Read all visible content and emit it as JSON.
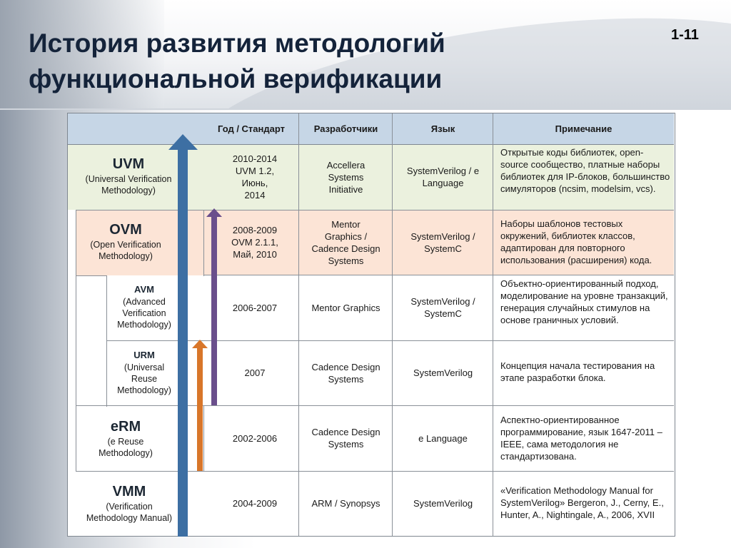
{
  "slide": {
    "title_lines": [
      "История развития методологий",
      "функциональной верификации"
    ],
    "number": "1-11"
  },
  "table": {
    "headers": [
      "Год / Стандарт",
      "Разработчики",
      "Язык",
      "Примечание"
    ],
    "rows": [
      {
        "abbr": "UVM",
        "full": "(Universal Verification\nMethodology)",
        "year": "2010-2014\nUVM 1.2,\nИюнь,\n2014",
        "developers": "Accellera\nSystems\nInitiative",
        "language": "SystemVerilog / e\nLanguage",
        "note": "Открытые коды библиотек, open-source сообщество, платные наборы библиотек для IP-блоков, большинство симуляторов (ncsim, modelsim, vcs)."
      },
      {
        "abbr": "OVM",
        "full": "(Open Verification\nMethodology)",
        "year": "2008-2009\nOVM 2.1.1,\nМай, 2010",
        "developers": "Mentor\nGraphics /\nCadence Design\nSystems",
        "language": "SystemVerilog /\nSystemC",
        "note": "Наборы шаблонов тестовых окружений, библиотек классов, адаптирован для повторного использования (расширения) кода."
      },
      {
        "abbr": "AVM",
        "full": "(Advanced\nVerification\nMethodology)",
        "year": "2006-2007",
        "developers": "Mentor Graphics",
        "language": "SystemVerilog /\nSystemC",
        "note": "Объектно-ориентированный подход, моделирование на уровне транзакций, генерация случайных стимулов на основе граничных условий."
      },
      {
        "abbr": "URM",
        "full": "(Universal\nReuse\nMethodology)",
        "year": "2007",
        "developers": "Cadence Design\nSystems",
        "language": "SystemVerilog",
        "note": "Концепция начала тестирования на этапе разработки блока."
      },
      {
        "abbr": "eRM",
        "full": "(e Reuse\nMethodology)",
        "year": "2002-2006",
        "developers": "Cadence Design\nSystems",
        "language": "e Language",
        "note": "Аспектно-ориентированное программирование, язык 1647-2011 – IEEE, сама методология не стандартизована."
      },
      {
        "abbr": "VMM",
        "full": "(Verification\nMethodology Manual)",
        "year": "2004-2009",
        "developers": "ARM / Synopsys",
        "language": "SystemVerilog",
        "note": "«Verification Methodology Manual for SystemVerilog» Bergeron, J., Cerny, E., Hunter, A., Nightingale, A., 2006, XVII"
      }
    ]
  },
  "colors": {
    "header_bg": "#c6d6e6",
    "uvm_band": "#ebf1de",
    "ovm_band": "#fce4d6",
    "arrow_blue": "#3d6fa3",
    "arrow_purple": "#6a4f8c",
    "arrow_orange": "#d8762a",
    "title_text": "#14233a"
  }
}
